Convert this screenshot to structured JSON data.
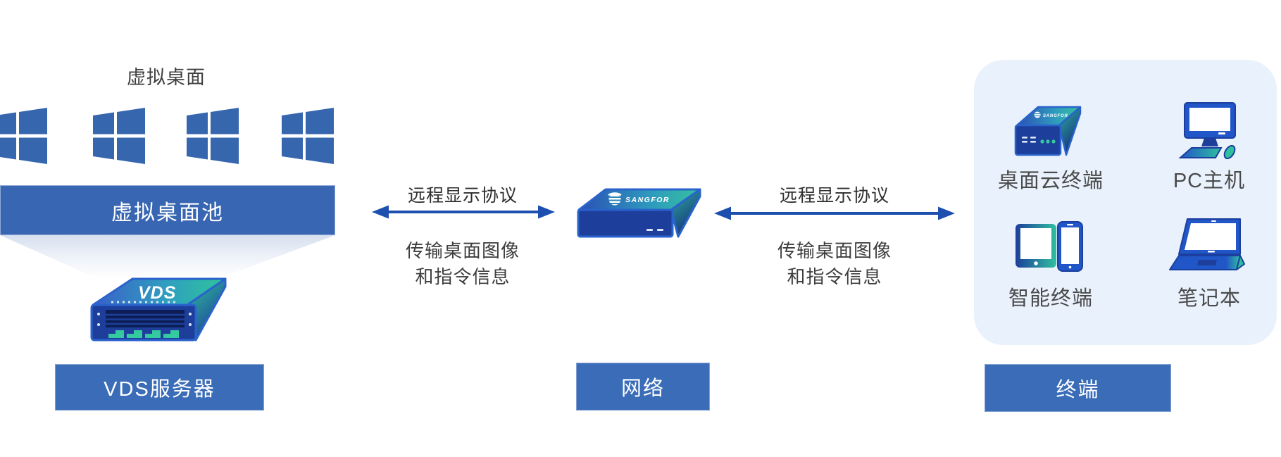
{
  "colors": {
    "primary_blue": "#3566ae",
    "pool_bar_blue": "#3866b2",
    "label_box_blue": "#3a6cb8",
    "arrow_blue": "#1c4fae",
    "panel_background": "#e9f2fc",
    "device_navy": "#1d3f9b",
    "device_teal": "#2fbf9f",
    "text_dark": "#3f3f3f"
  },
  "virtual_desktop": {
    "title": "虚拟桌面",
    "pool_label": "虚拟桌面池",
    "server_badge": "VDS",
    "server_label": "VDS服务器"
  },
  "links": {
    "left": {
      "protocol": "远程显示协议",
      "desc1": "传输桌面图像",
      "desc2": "和指令信息"
    },
    "right": {
      "protocol": "远程显示协议",
      "desc1": "传输桌面图像",
      "desc2": "和指令信息"
    }
  },
  "network": {
    "label": "网络",
    "brand": "SANGFOR"
  },
  "terminals": {
    "label": "终端",
    "devices": [
      {
        "name": "桌面云终端",
        "brand": "SANGFOR"
      },
      {
        "name": "PC主机"
      },
      {
        "name": "智能终端"
      },
      {
        "name": "笔记本"
      }
    ]
  }
}
